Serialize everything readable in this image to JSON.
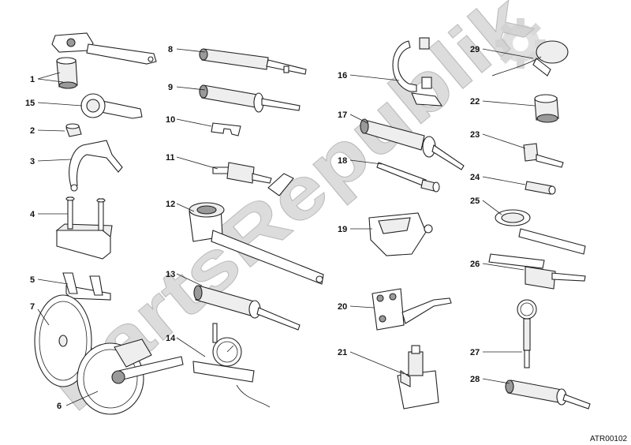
{
  "diagram": {
    "code": "ATR00102",
    "watermark": "PartsRepublik",
    "labels": [
      "1",
      "2",
      "3",
      "4",
      "5",
      "6",
      "7",
      "8",
      "9",
      "10",
      "11",
      "12",
      "13",
      "14",
      "15",
      "16",
      "17",
      "18",
      "19",
      "20",
      "21",
      "22",
      "23",
      "24",
      "25",
      "26",
      "27",
      "28",
      "29"
    ]
  }
}
